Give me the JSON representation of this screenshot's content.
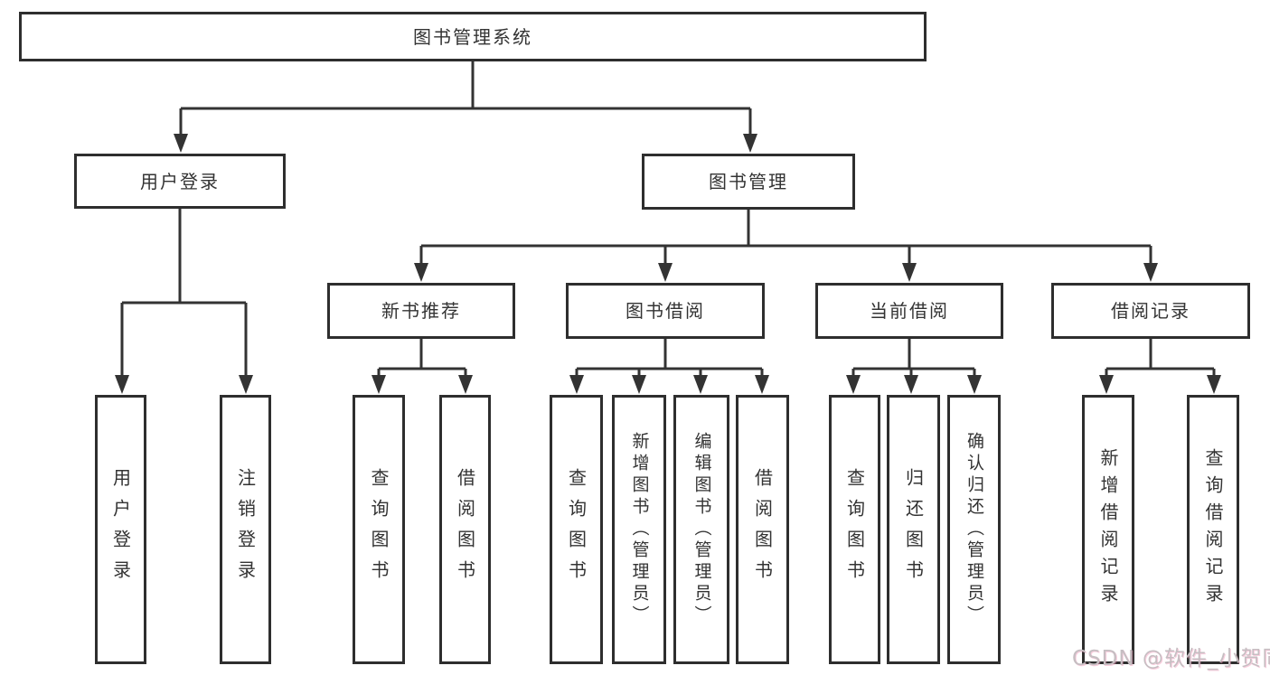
{
  "diagram": {
    "root": {
      "label": "图书管理系统"
    },
    "level2": {
      "user_login": {
        "label": "用户登录"
      },
      "book_mgmt": {
        "label": "图书管理"
      }
    },
    "level3": {
      "new_book": {
        "label": "新书推荐"
      },
      "borrow": {
        "label": "图书借阅"
      },
      "current": {
        "label": "当前借阅"
      },
      "records": {
        "label": "借阅记录"
      }
    },
    "leaves": {
      "user_login": "用户登录",
      "logout": "注销登录",
      "nb_query": "查询图书",
      "nb_borrow": "借阅图书",
      "bb_query": "查询图书",
      "bb_add": "新增图书（管理员）",
      "bb_edit": "编辑图书（管理员）",
      "bb_borrow": "借阅图书",
      "cb_query": "查询图书",
      "cb_return": "归还图书",
      "cb_confirm": "确认归还（管理员）",
      "br_add": "新增借阅记录",
      "br_query": "查询借阅记录"
    }
  },
  "watermark": {
    "text": "CSDN @软件_小贺同学"
  },
  "colors": {
    "line": "#333333",
    "border": "#2e2e2e",
    "text": "#333333",
    "watermark": "#c6bec2"
  }
}
